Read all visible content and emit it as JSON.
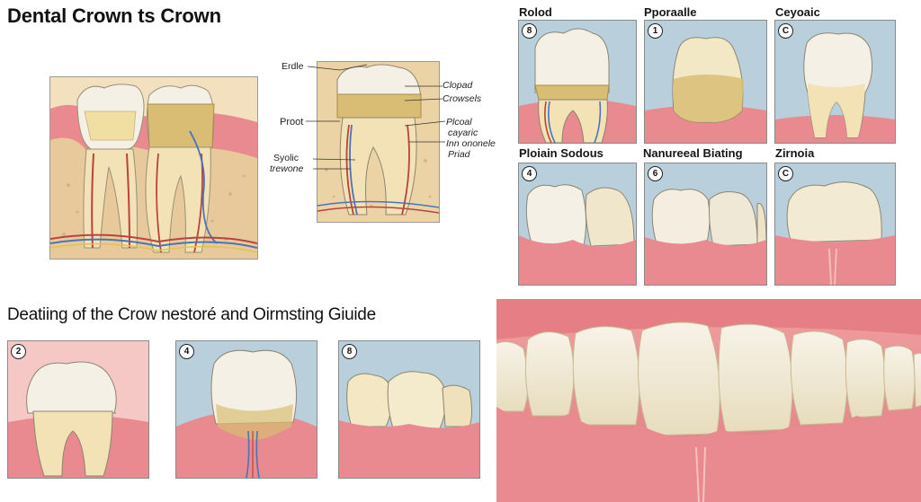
{
  "main_title": "Dental Crown ts Crown",
  "section_title": "Deatiing of the Crow nestoré and Oirmsting Giuide",
  "diagram_labels": {
    "erdle": "Erdle",
    "proot": "Proot",
    "syolic": "Syolic",
    "trewone": "trewone",
    "clopad": "Clopad",
    "crowsels": "Crowsels",
    "plcoal": "Plcoal",
    "cayaric": "cayaric",
    "inn_ononele": "Inn ononele",
    "priad": "Priad"
  },
  "top_panels": [
    {
      "title": "Rolod",
      "badge": "8"
    },
    {
      "title": "Pporaalle",
      "badge": "1"
    },
    {
      "title": "Ceyoaic",
      "badge": "C"
    }
  ],
  "mid_panels": [
    {
      "title": "Ploiain Sodous",
      "badge": "4"
    },
    {
      "title": "Nanureeal Biating",
      "badge": "6"
    },
    {
      "title": "Zirnoia",
      "badge": "C"
    }
  ],
  "bottom_panels": [
    {
      "badge": "2"
    },
    {
      "badge": "4"
    },
    {
      "badge": "8"
    }
  ],
  "colors": {
    "gum": "#e88a8f",
    "bone": "#e7c99b",
    "enamel": "#f4f0e6",
    "gold": "#d4b369",
    "sky": "#b9d0dc",
    "nerve_red": "#b8443b",
    "nerve_blue": "#4a74b8"
  }
}
